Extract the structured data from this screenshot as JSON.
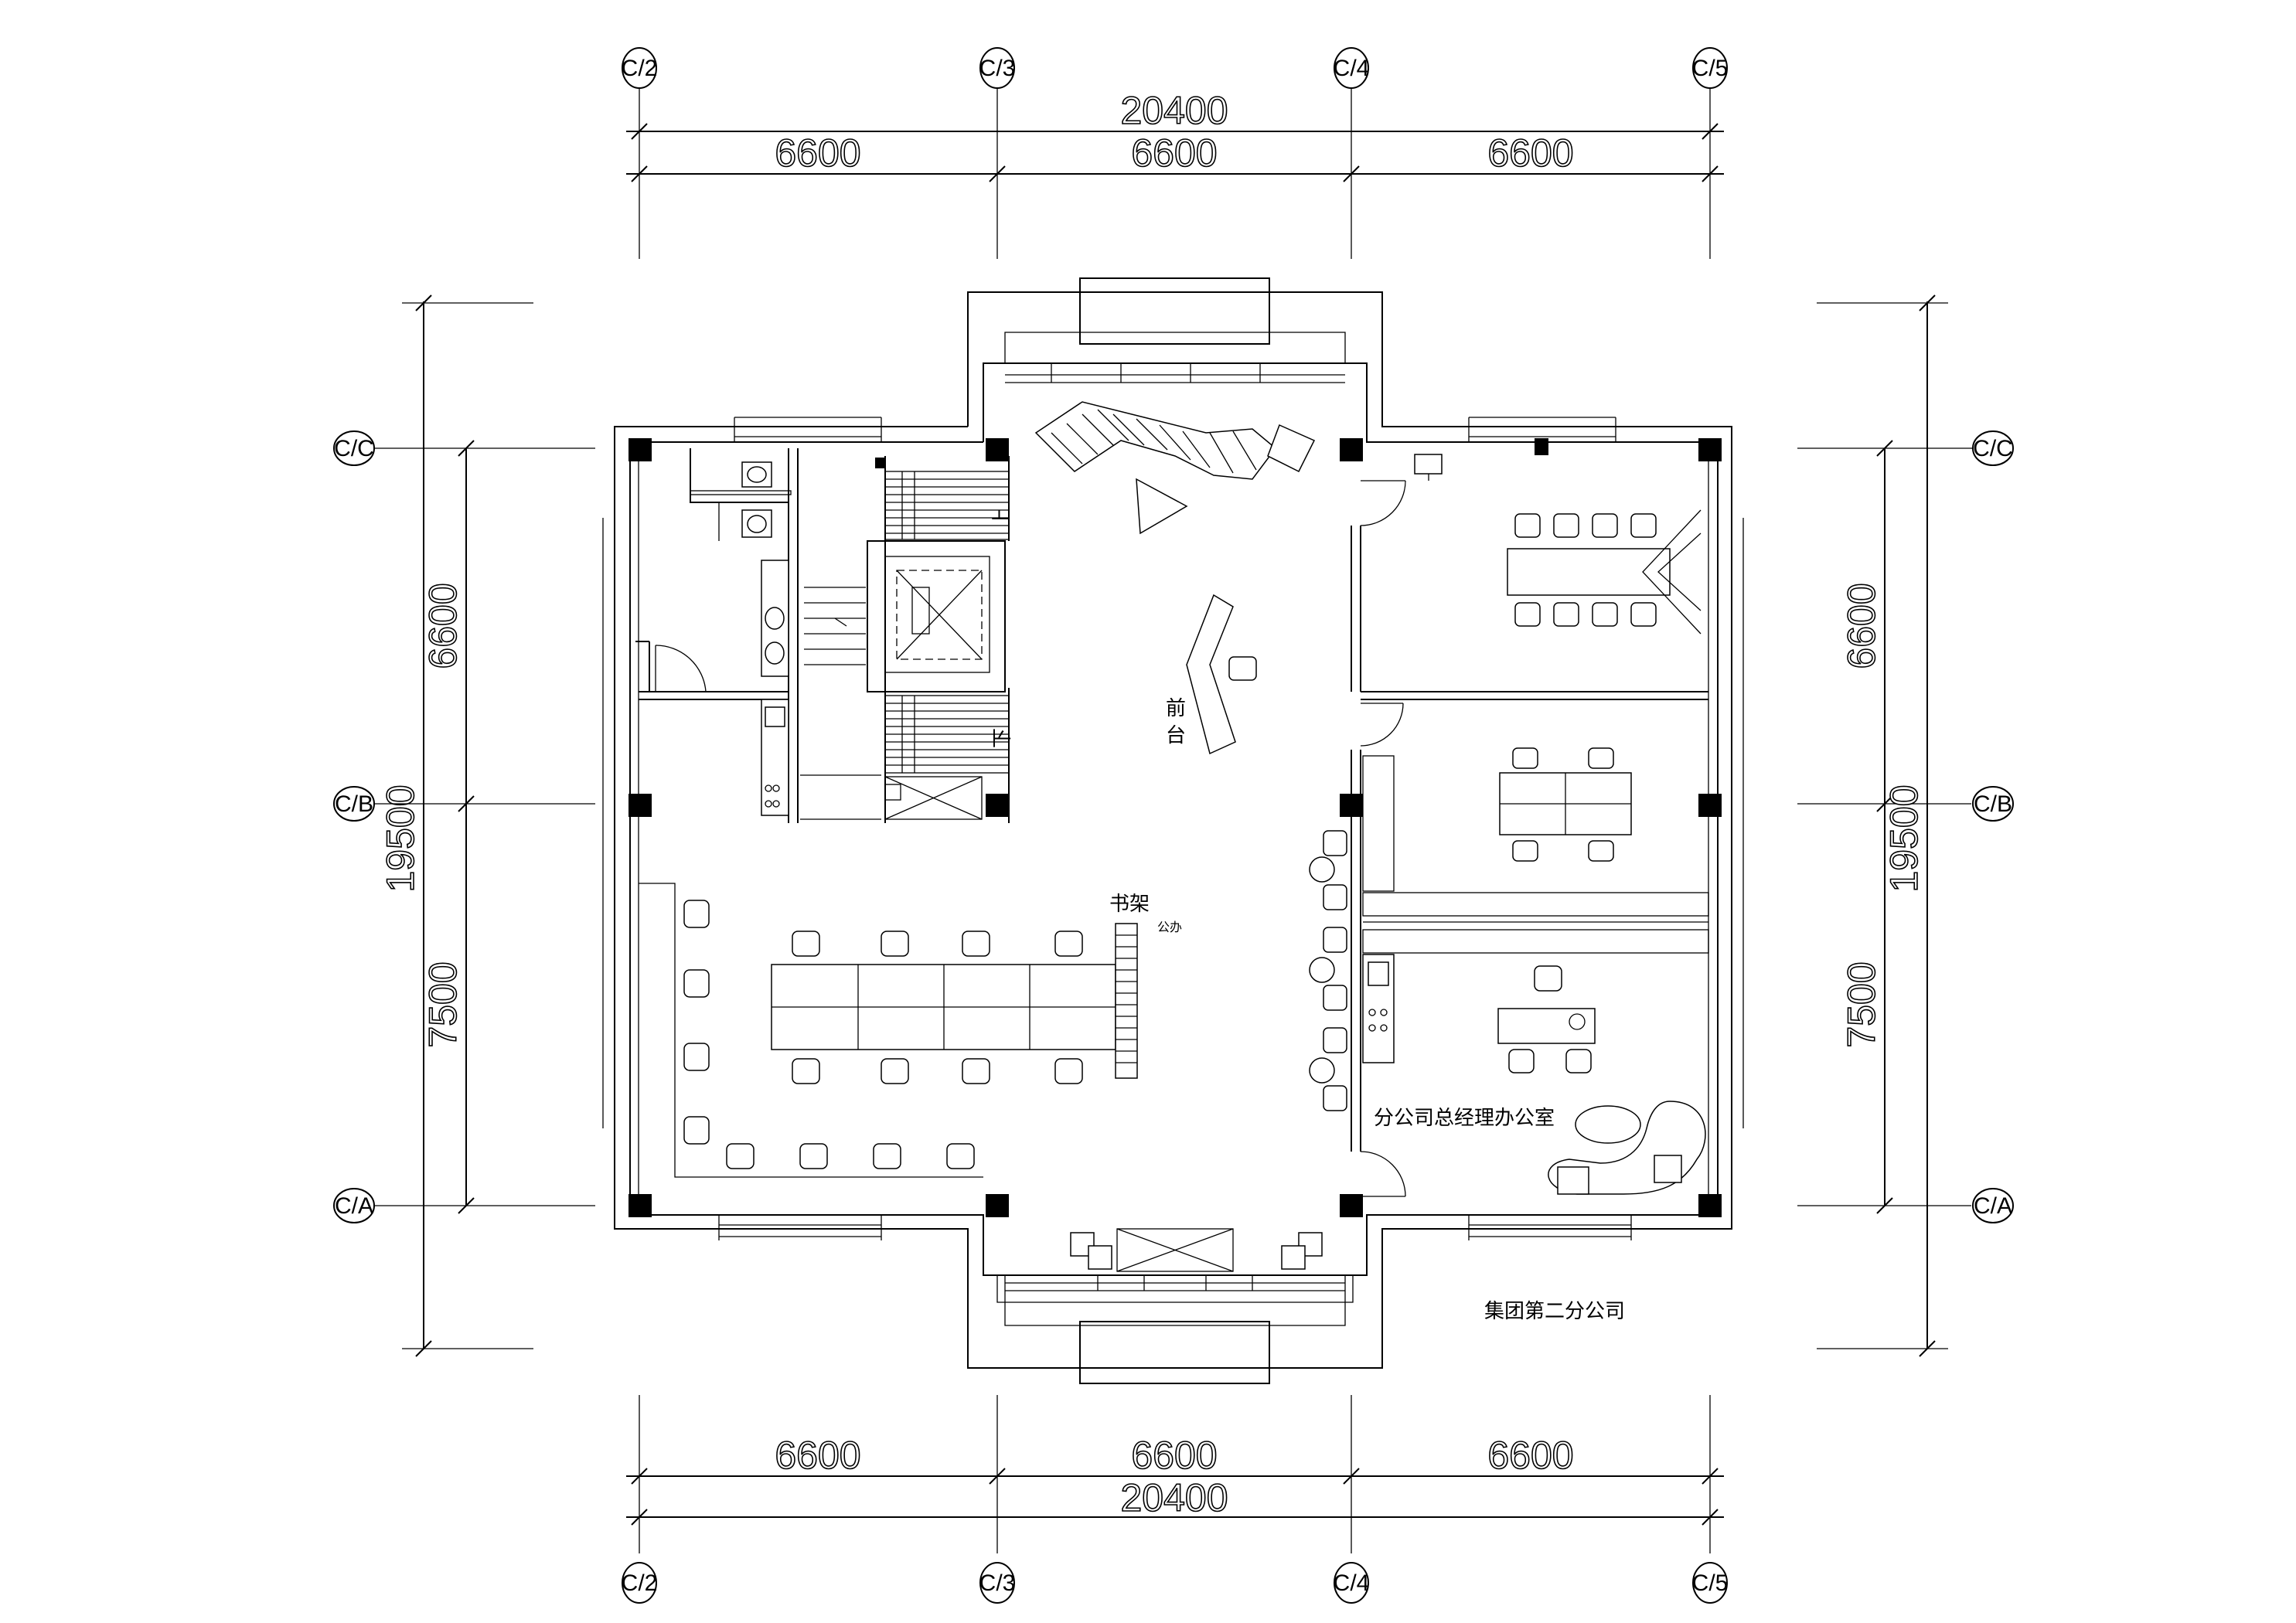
{
  "axes": {
    "top": [
      "C/2",
      "C/3",
      "C/4",
      "C/5"
    ],
    "bottom": [
      "C/2",
      "C/3",
      "C/4",
      "C/5"
    ],
    "left": [
      "C/C",
      "C/B",
      "C/A"
    ],
    "right": [
      "C/C",
      "C/B",
      "C/A"
    ]
  },
  "dimensions": {
    "total_horizontal": "20400",
    "bays_horizontal": [
      "6600",
      "6600",
      "6600"
    ],
    "total_vertical": "19500",
    "bays_vertical": [
      "6600",
      "7500"
    ]
  },
  "rooms": {
    "reception": [
      "前",
      "台"
    ],
    "bookshelf": "书架",
    "office_small": "公办",
    "gm_office": "分公司总经理办公室",
    "up_stair": "上",
    "down_stair": "下"
  },
  "drawing_title": "集团第二分公司"
}
